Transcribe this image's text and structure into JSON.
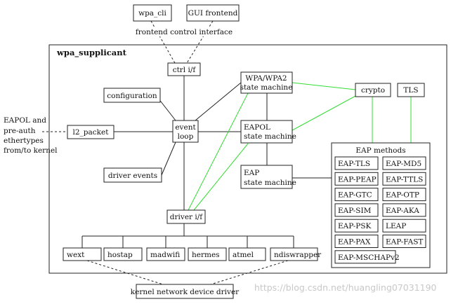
{
  "diagram": {
    "frontend": {
      "wpa_cli": "wpa_cli",
      "gui_frontend": "GUI frontend",
      "control_interface": "frontend control interface"
    },
    "container_title": "wpa_supplicant",
    "ctrl_if": "ctrl i/f",
    "configuration": "configuration",
    "event_loop": [
      "event",
      "loop"
    ],
    "wpa_sm": [
      "WPA/WPA2",
      "state machine"
    ],
    "eapol_sm": [
      "EAPOL",
      "state machine"
    ],
    "eap_sm": [
      "EAP",
      "state machine"
    ],
    "crypto": "crypto",
    "tls": "TLS",
    "l2_packet": "l2_packet",
    "driver_events": "driver events",
    "driver_if": "driver i/f",
    "eapol_external": [
      "EAPOL and",
      "pre-auth",
      "ethertypes",
      "from/to kernel"
    ],
    "eap_methods": {
      "title": "EAP methods",
      "items": [
        "EAP-TLS",
        "EAP-MD5",
        "EAP-PEAP",
        "EAP-TTLS",
        "EAP-GTC",
        "EAP-OTP",
        "EAP-SIM",
        "EAP-AKA",
        "EAP-PSK",
        "LEAP",
        "EAP-PAX",
        "EAP-FAST",
        "EAP-MSCHAPv2"
      ]
    },
    "drivers": [
      "wext",
      "hostap",
      "madwifi",
      "hermes",
      "atmel",
      "ndiswrapper"
    ],
    "kernel_driver": "kernel network device driver",
    "colors": {
      "line": "#222222",
      "green_link": "#33dd33",
      "watermark": "#c8c8c8"
    }
  },
  "watermark": "https://blog.csdn.net/huangling07031190"
}
